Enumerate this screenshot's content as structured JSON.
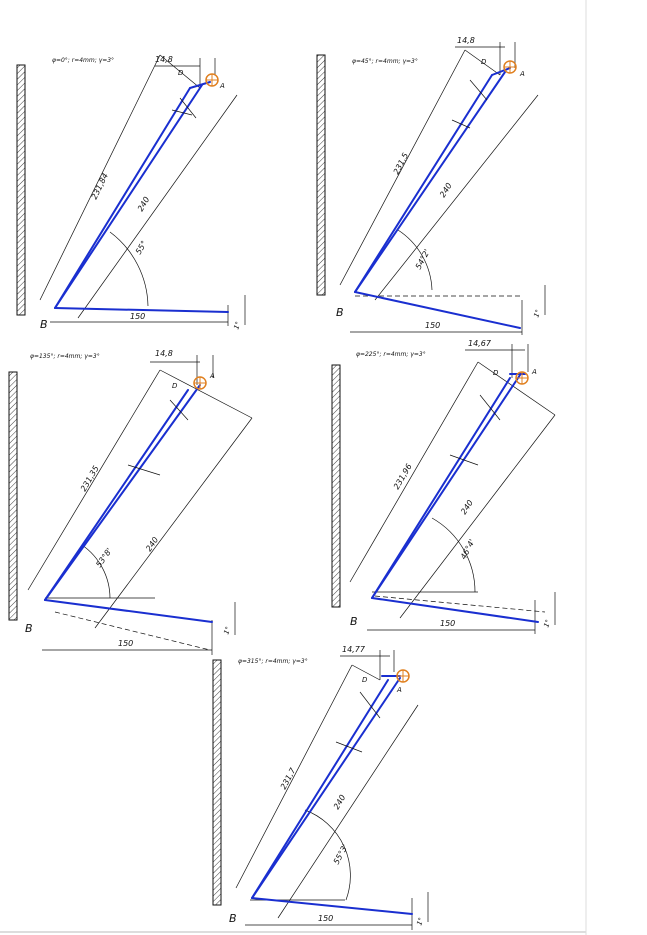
{
  "accent_blue": "#1a2fd0",
  "marker_color": "#e08020",
  "diagrams": [
    {
      "header": "φ=0°; r=4mm; γ=3°",
      "top_dim": "14,8",
      "long_dim": "231,84",
      "mid_dim": "240",
      "angle": "55°",
      "bottom_dim": "150",
      "small_dim": "1°",
      "pt_b": "B",
      "pt_a": "A",
      "pt_d": "D"
    },
    {
      "header": "φ=45°; r=4mm; γ=3°",
      "top_dim": "14,8",
      "long_dim": "231,5",
      "mid_dim": "240",
      "angle": "54°2'",
      "bottom_dim": "150",
      "small_dim": "1°",
      "pt_b": "B",
      "pt_a": "A",
      "pt_d": "D"
    },
    {
      "header": "φ=135°; r=4mm; γ=3°",
      "top_dim": "14,8",
      "long_dim": "231,35",
      "mid_dim": "240",
      "angle": "53°8'",
      "bottom_dim": "150",
      "small_dim": "1°",
      "pt_b": "B",
      "pt_a": "A",
      "pt_d": "D"
    },
    {
      "header": "φ=225°; r=4mm; γ=3°",
      "top_dim": "14,67",
      "long_dim": "231,96",
      "mid_dim": "240",
      "angle": "46°4'",
      "bottom_dim": "150",
      "small_dim": "1°",
      "pt_b": "B",
      "pt_a": "A",
      "pt_d": "D"
    },
    {
      "header": "φ=315°; r=4mm; γ=3°",
      "top_dim": "14,77",
      "long_dim": "231,7",
      "mid_dim": "240",
      "angle": "55°3'",
      "bottom_dim": "150",
      "small_dim": "1°",
      "pt_b": "B",
      "pt_a": "A",
      "pt_d": "D"
    }
  ]
}
